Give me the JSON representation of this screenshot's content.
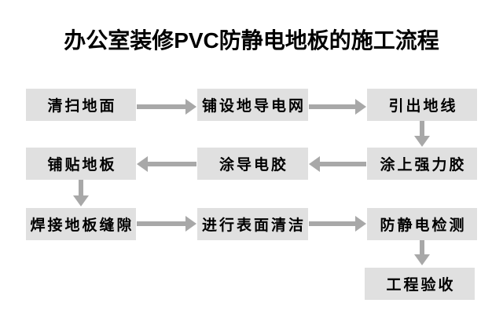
{
  "title": "办公室装修PVC防静电地板的施工流程",
  "colors": {
    "background": "#ffffff",
    "node_fill": "#e0e0e0",
    "arrow": "#a8a8a8",
    "text": "#000000"
  },
  "nodes": [
    {
      "label": "清扫地面",
      "row": 1,
      "col": 1
    },
    {
      "label": "铺设地导电网",
      "row": 1,
      "col": 2
    },
    {
      "label": "引出地线",
      "row": 1,
      "col": 3
    },
    {
      "label": "铺贴地板",
      "row": 2,
      "col": 1
    },
    {
      "label": "涂导电胶",
      "row": 2,
      "col": 2
    },
    {
      "label": "涂上强力胶",
      "row": 2,
      "col": 3
    },
    {
      "label": "焊接地板缝隙",
      "row": 3,
      "col": 1
    },
    {
      "label": "进行表面清洁",
      "row": 3,
      "col": 2
    },
    {
      "label": "防静电检测",
      "row": 3,
      "col": 3
    },
    {
      "label": "工程验收",
      "row": 4,
      "col": 3
    }
  ],
  "edges": [
    {
      "from": "清扫地面",
      "to": "铺设地导电网",
      "direction": "right"
    },
    {
      "from": "铺设地导电网",
      "to": "引出地线",
      "direction": "right"
    },
    {
      "from": "引出地线",
      "to": "涂上强力胶",
      "direction": "down"
    },
    {
      "from": "涂上强力胶",
      "to": "涂导电胶",
      "direction": "left"
    },
    {
      "from": "涂导电胶",
      "to": "铺贴地板",
      "direction": "left"
    },
    {
      "from": "铺贴地板",
      "to": "焊接地板缝隙",
      "direction": "down"
    },
    {
      "from": "焊接地板缝隙",
      "to": "进行表面清洁",
      "direction": "right"
    },
    {
      "from": "进行表面清洁",
      "to": "防静电检测",
      "direction": "right"
    },
    {
      "from": "防静电检测",
      "to": "工程验收",
      "direction": "down"
    }
  ],
  "flow_order": [
    "清扫地面",
    "铺设地导电网",
    "引出地线",
    "涂上强力胶",
    "涂导电胶",
    "铺贴地板",
    "焊接地板缝隙",
    "进行表面清洁",
    "防静电检测",
    "工程验收"
  ]
}
